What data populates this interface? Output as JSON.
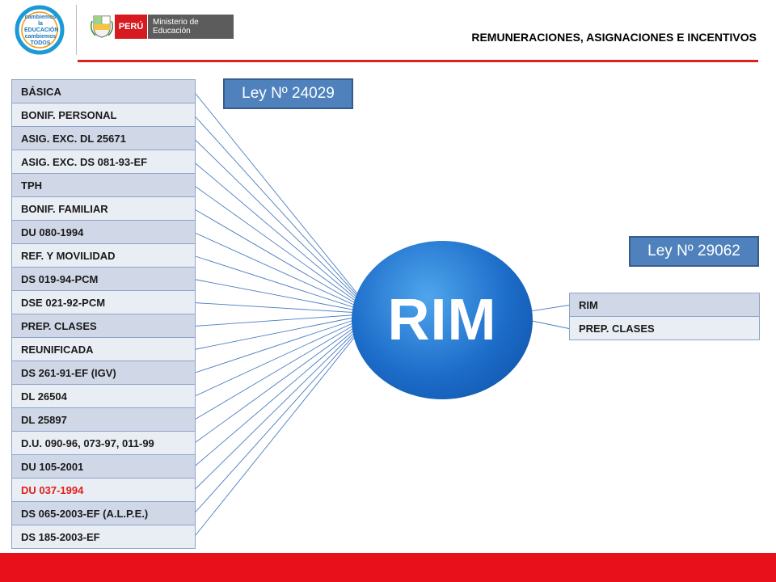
{
  "header": {
    "logo_text": "cambiemos la EDUCACIÓN cambiemos TODOS",
    "peru_label": "PERÚ",
    "ministry_label": "Ministerio de Educación",
    "title": "REMUNERACIONES, ASIGNACIONES E INCENTIVOS"
  },
  "laws": {
    "left": "Ley Nº 24029",
    "right": "Ley Nº 29062"
  },
  "center": {
    "label": "RIM"
  },
  "left_items": [
    "BÁSICA",
    "BONIF. PERSONAL",
    "ASIG. EXC. DL 25671",
    "ASIG. EXC. DS 081-93-EF",
    "TPH",
    "BONIF. FAMILIAR",
    "DU 080-1994",
    "REF. Y MOVILIDAD",
    "DS 019-94-PCM",
    "DSE 021-92-PCM",
    "PREP. CLASES",
    "REUNIFICADA",
    "DS 261-91-EF (IGV)",
    "DL 26504",
    "DL 25897",
    "D.U. 090-96, 073-97, 011-99",
    "DU 105-2001",
    "DU 037-1994",
    "DS 065-2003-EF  (A.L.P.E.)",
    "DS 185-2003-EF"
  ],
  "highlight_index": 17,
  "right_items": [
    "RIM",
    "PREP. CLASES"
  ],
  "colors": {
    "accent_red": "#e0201b",
    "law_box": "#4f81bd",
    "row_odd": "#d0d8e8",
    "row_even": "#e9edf4",
    "connector": "#4a7cc0"
  }
}
